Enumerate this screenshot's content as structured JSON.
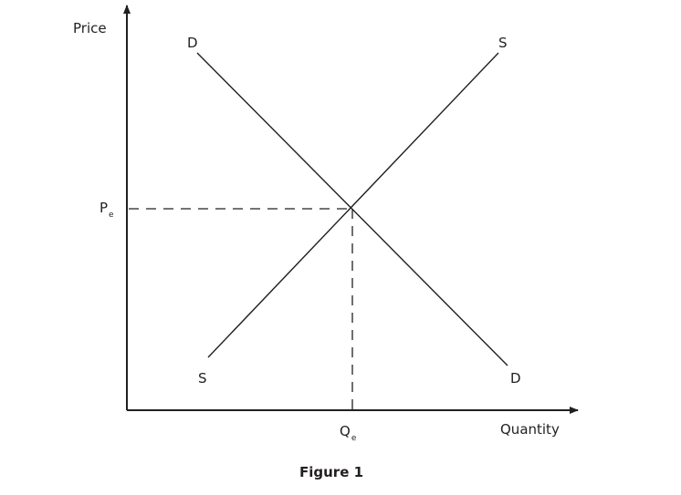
{
  "axes": {
    "y_label": "Price",
    "x_label": "Quantity"
  },
  "curves": {
    "demand": {
      "label_top": "D",
      "label_bottom": "D"
    },
    "supply": {
      "label_top": "S",
      "label_bottom": "S"
    }
  },
  "equilibrium": {
    "price_label": "P",
    "price_sub": "e",
    "quantity_label": "Q",
    "quantity_sub": "e"
  },
  "caption": "Figure 1",
  "colors": {
    "ink": "#231f20"
  }
}
